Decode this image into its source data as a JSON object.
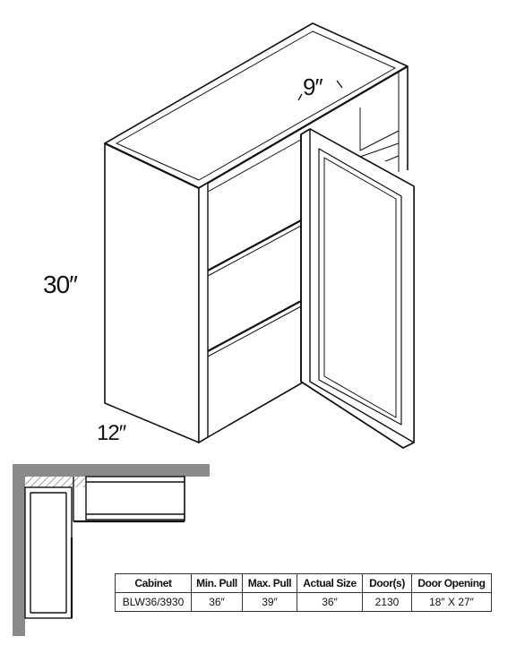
{
  "dimensions": {
    "height": "30″",
    "depth": "12″",
    "blind_width": "9″"
  },
  "spec_table": {
    "headers": [
      "Cabinet",
      "Min. Pull",
      "Max. Pull",
      "Actual Size",
      "Door(s)",
      "Door Opening"
    ],
    "rows": [
      [
        "BLW36/3930",
        "36″",
        "39″",
        "36″",
        "2130",
        "18″ X 27″"
      ]
    ]
  }
}
